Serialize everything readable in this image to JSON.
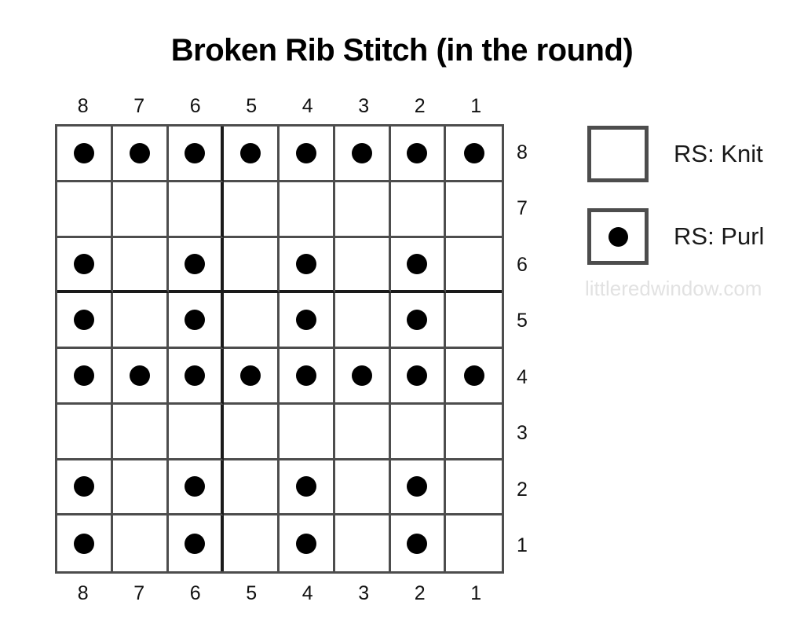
{
  "title": "Broken Rib Stitch (in the round)",
  "watermark": "littleredwindow.com",
  "legend": {
    "items": [
      {
        "symbol": "empty-square",
        "label": "RS: Knit"
      },
      {
        "symbol": "square-with-dot",
        "label": "RS: Purl"
      }
    ]
  },
  "colors": {
    "grid_line": "#4d4d4d",
    "heavy_line": "#1a1a1a",
    "symbol": "#000000",
    "background": "#ffffff",
    "watermark": "#e2e2e2"
  },
  "chart_data": {
    "type": "table",
    "title": "Broken Rib Stitch (in the round)",
    "xlabel": "",
    "ylabel": "",
    "grid": true,
    "legend_position": "right",
    "stitch_count": 8,
    "row_count": 8,
    "column_labels_top": [
      "8",
      "7",
      "6",
      "5",
      "4",
      "3",
      "2",
      "1"
    ],
    "column_labels_bottom": [
      "8",
      "7",
      "6",
      "5",
      "4",
      "3",
      "2",
      "1"
    ],
    "row_labels": [
      "8",
      "7",
      "6",
      "5",
      "4",
      "3",
      "2",
      "1"
    ],
    "symbols": {
      "0": "knit",
      "1": "purl"
    },
    "heavy_column_divider_after_index": 2,
    "heavy_row_divider_after_index": 2,
    "rows": [
      {
        "row": "8",
        "cells": [
          1,
          1,
          1,
          1,
          1,
          1,
          1,
          1
        ]
      },
      {
        "row": "7",
        "cells": [
          0,
          0,
          0,
          0,
          0,
          0,
          0,
          0
        ]
      },
      {
        "row": "6",
        "cells": [
          1,
          0,
          1,
          0,
          1,
          0,
          1,
          0
        ]
      },
      {
        "row": "5",
        "cells": [
          1,
          0,
          1,
          0,
          1,
          0,
          1,
          0
        ]
      },
      {
        "row": "4",
        "cells": [
          1,
          1,
          1,
          1,
          1,
          1,
          1,
          1
        ]
      },
      {
        "row": "3",
        "cells": [
          0,
          0,
          0,
          0,
          0,
          0,
          0,
          0
        ]
      },
      {
        "row": "2",
        "cells": [
          1,
          0,
          1,
          0,
          1,
          0,
          1,
          0
        ]
      },
      {
        "row": "1",
        "cells": [
          1,
          0,
          1,
          0,
          1,
          0,
          1,
          0
        ]
      }
    ]
  }
}
